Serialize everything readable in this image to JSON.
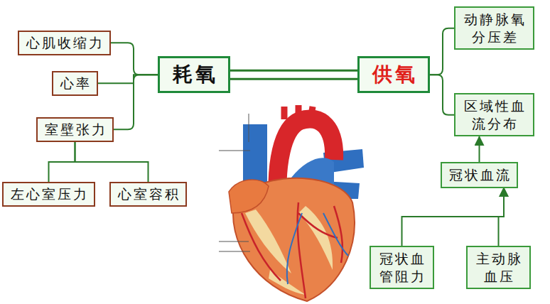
{
  "diagram": {
    "nodes": [
      {
        "text": [
          "心肌收缩力"
        ]
      },
      {
        "text": [
          "心率"
        ]
      },
      {
        "text": [
          "室壁张力"
        ]
      },
      {
        "text": [
          "左心室压力"
        ]
      },
      {
        "text": [
          "心室容积"
        ]
      },
      {
        "text": [
          "耗氧"
        ]
      },
      {
        "text": [
          "供氧"
        ]
      },
      {
        "text": [
          "动静脉氧 分压差"
        ]
      },
      {
        "text": [
          "区域性血 流分布"
        ]
      },
      {
        "text": [
          "冠状血流"
        ]
      },
      {
        "text": [
          "冠状血 管阻力"
        ]
      },
      {
        "text": [
          "主动脉 血压"
        ]
      }
    ],
    "edges": [
      {
        "from": 0,
        "to": 5,
        "arrow": "none"
      },
      {
        "from": 1,
        "to": 5,
        "arrow": "none"
      },
      {
        "from": 2,
        "to": 5,
        "arrow": "none"
      },
      {
        "from": 3,
        "to": 2,
        "arrow": "none"
      },
      {
        "from": 4,
        "to": 2,
        "arrow": "none"
      },
      {
        "from": 5,
        "to": 6,
        "arrow": "none"
      },
      {
        "from": 6,
        "to": 7,
        "arrow": "none"
      },
      {
        "from": 6,
        "to": 8,
        "arrow": "none"
      },
      {
        "from": 9,
        "to": 8,
        "arrow": "to"
      },
      {
        "from": 10,
        "to": 9,
        "arrow": "to"
      },
      {
        "from": 11,
        "to": 9,
        "arrow": "to"
      }
    ]
  }
}
